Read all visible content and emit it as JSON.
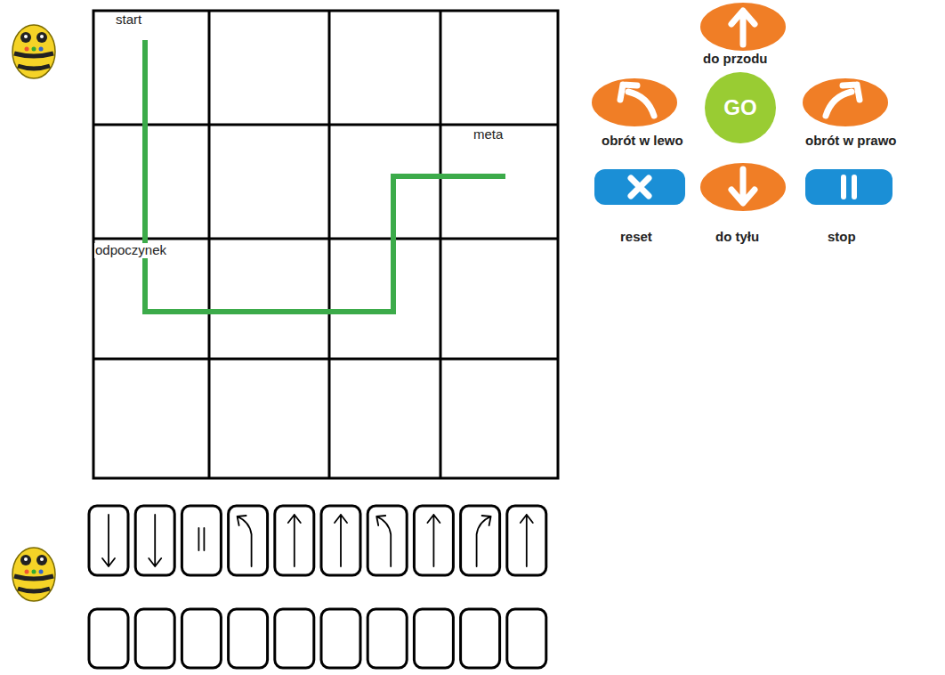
{
  "diagram": {
    "nodes": [
      {
        "text": [
          "GO"
        ]
      }
    ],
    "labels": [
      "start",
      "meta",
      "odpoczynek",
      "do przodu",
      "obrót w lewo",
      "obrót w prawo",
      "reset",
      "do tyłu",
      "stop"
    ]
  }
}
